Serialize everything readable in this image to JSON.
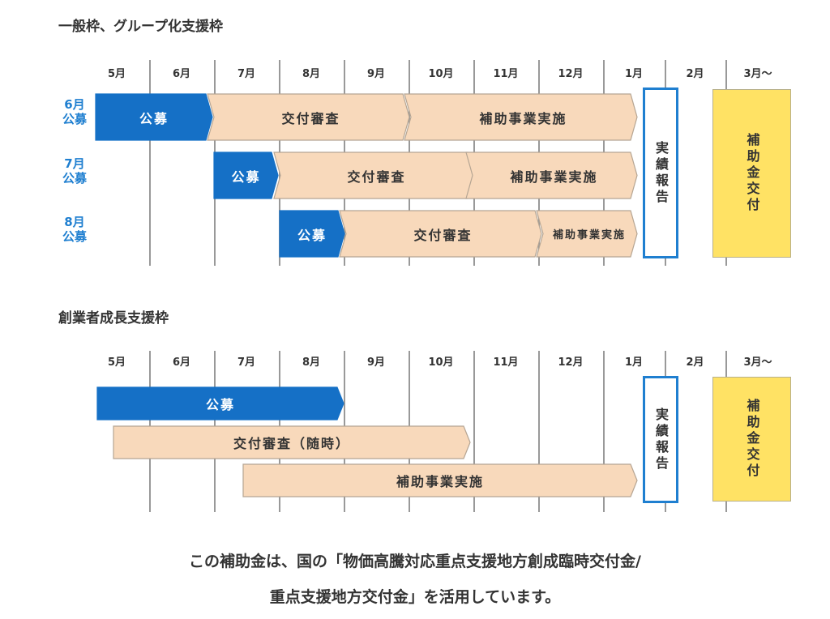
{
  "section1": {
    "title": "一般枠、グループ化支援枠",
    "months": [
      "5月",
      "6月",
      "7月",
      "8月",
      "9月",
      "10月",
      "11月",
      "12月",
      "1月",
      "2月",
      "3月～"
    ],
    "rows": [
      {
        "label_month": "6月",
        "label_kind": "公募",
        "bars": [
          "公募",
          "交付審査",
          "補助事業実施"
        ]
      },
      {
        "label_month": "7月",
        "label_kind": "公募",
        "bars": [
          "公募",
          "交付審査",
          "補助事業実施"
        ]
      },
      {
        "label_month": "8月",
        "label_kind": "公募",
        "bars": [
          "公募",
          "交付審査",
          "補助事業実施"
        ]
      }
    ],
    "report": "実績報告",
    "grant": "補助金交付"
  },
  "section2": {
    "title": "創業者成長支援枠",
    "months": [
      "5月",
      "6月",
      "7月",
      "8月",
      "9月",
      "10月",
      "11月",
      "12月",
      "1月",
      "2月",
      "3月～"
    ],
    "bars": [
      "公募",
      "交付審査（随時）",
      "補助事業実施"
    ],
    "report": "実績報告",
    "grant": "補助金交付"
  },
  "footer": {
    "line1": "この補助金は、国の「物価高騰対応重点支援地方創成臨時交付金/",
    "line2": "重点支援地方交付金」を活用しています。"
  },
  "colors": {
    "blue": "#1570c6",
    "peach": "#f8d9bb",
    "yellow": "#ffe264",
    "report_border": "#1f7fd0"
  }
}
